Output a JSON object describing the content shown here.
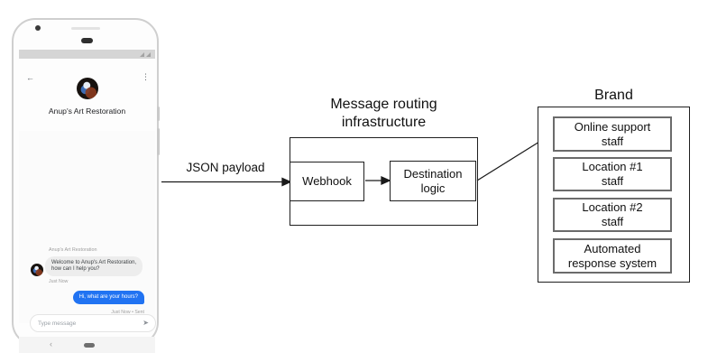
{
  "phone": {
    "header": {
      "back_icon": "←",
      "menu_icon": "⋮",
      "title": "Anup's Art Restoration"
    },
    "chat": {
      "sender_label": "Anup's Art Restoration",
      "incoming_message": "Welcome to Anup's Art Restoration,\nhow can I help you?",
      "incoming_timestamp": "Just Now",
      "outgoing_message": "Hi, what are your hours?",
      "outgoing_timestamp": "Just Now • Sent"
    },
    "composer": {
      "placeholder": "Type message",
      "send_icon": "➤"
    },
    "nav": {
      "back_icon": "‹"
    }
  },
  "diagram": {
    "payload_label": "JSON payload",
    "routing_title": "Message routing\ninfrastructure",
    "webhook_label": "Webhook",
    "destination_label": "Destination\nlogic",
    "brand_title": "Brand",
    "brand_items": [
      "Online support\nstaff",
      "Location #1\nstaff",
      "Location #2\nstaff",
      "Automated\nresponse system"
    ]
  },
  "colors": {
    "outgoing_bubble": "#2173f2",
    "incoming_bubble": "#ededed",
    "status_bar": "#d5d5d5",
    "box_border": "#1f1f1f",
    "brand_item_border": "#6b6b6b"
  }
}
